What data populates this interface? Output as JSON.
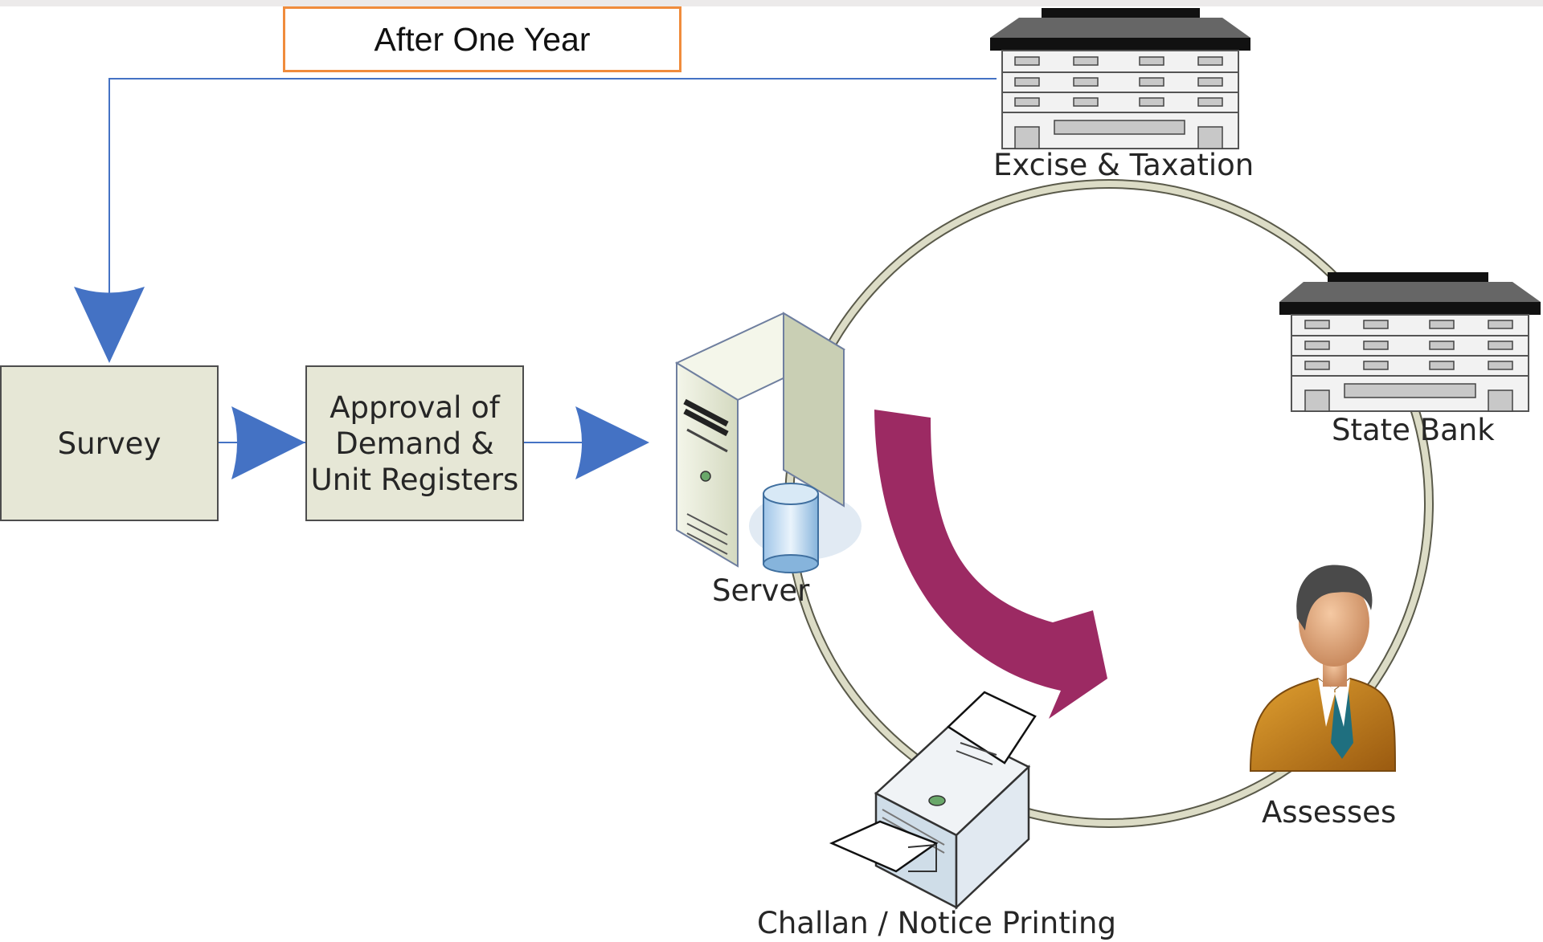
{
  "loop_label": "After One Year",
  "steps": {
    "survey": "Survey",
    "approval": "Approval of\nDemand &\nUnit Registers"
  },
  "nodes": {
    "server": "Server",
    "excise": "Excise & Taxation",
    "bank": "State Bank",
    "assesses": "Assesses",
    "printing": "Challan / Notice Printing"
  },
  "colors": {
    "arrow_blue": "#4472c4",
    "flow_arrow": "#9c2a63",
    "box_fill": "#e6e7d6",
    "label_border": "#f08c3c",
    "ring": "#dcdcc6"
  }
}
